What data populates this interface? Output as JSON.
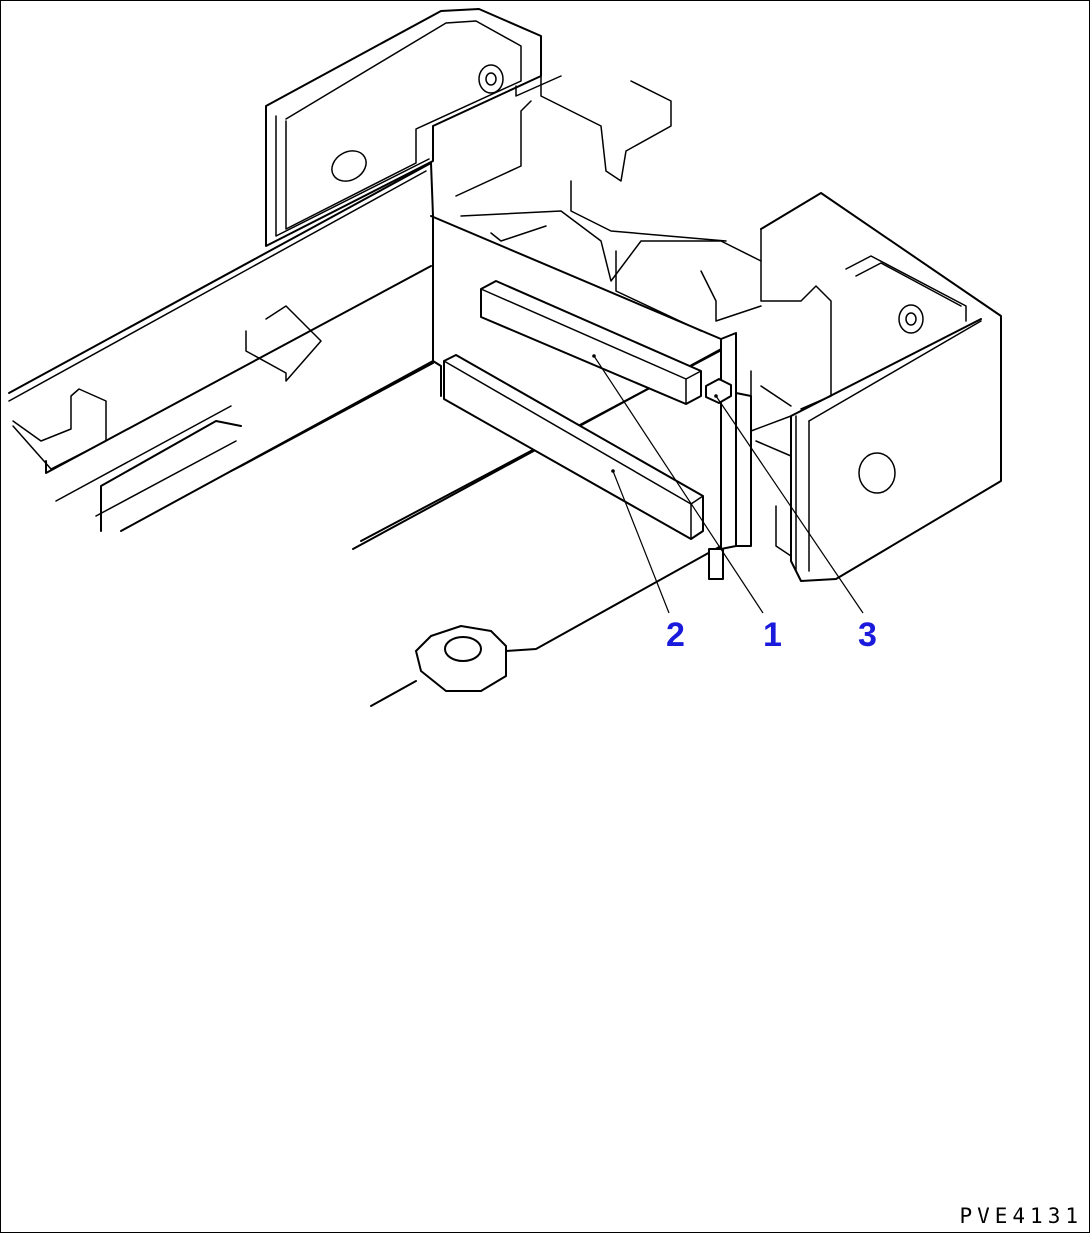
{
  "callouts": [
    {
      "id": "2",
      "label": "2"
    },
    {
      "id": "1",
      "label": "1"
    },
    {
      "id": "3",
      "label": "3"
    }
  ],
  "drawing_id": "PVE4131",
  "colors": {
    "callout": "#1a1adc",
    "line": "#000000",
    "background": "#ffffff"
  }
}
